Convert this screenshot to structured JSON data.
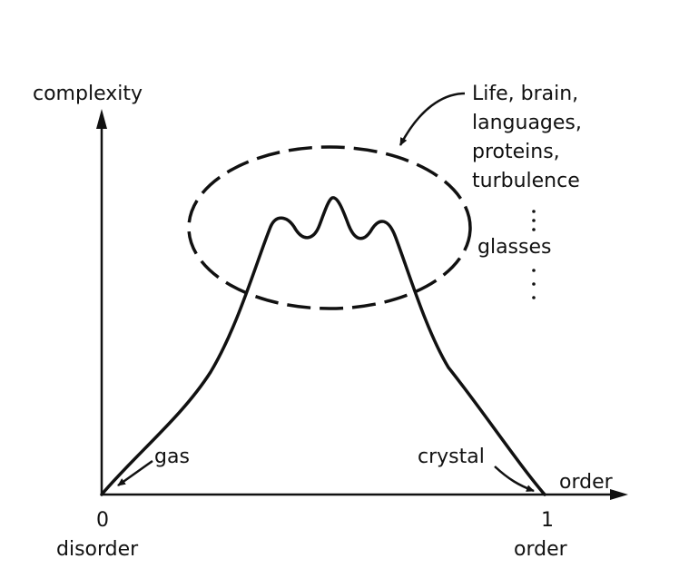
{
  "axes": {
    "y_label": "complexity",
    "x_label": "order",
    "origin_tick": "0",
    "end_tick": "1",
    "left_caption": "disorder",
    "right_caption": "order"
  },
  "curve_labels": {
    "gas": "gas",
    "crystal": "crystal"
  },
  "complex_region": {
    "lines": [
      "Life, brain,",
      "languages,",
      "proteins,",
      "turbulence"
    ],
    "glasses": "glasses"
  },
  "colors": {
    "ink": "#111111",
    "background": "#ffffff"
  }
}
